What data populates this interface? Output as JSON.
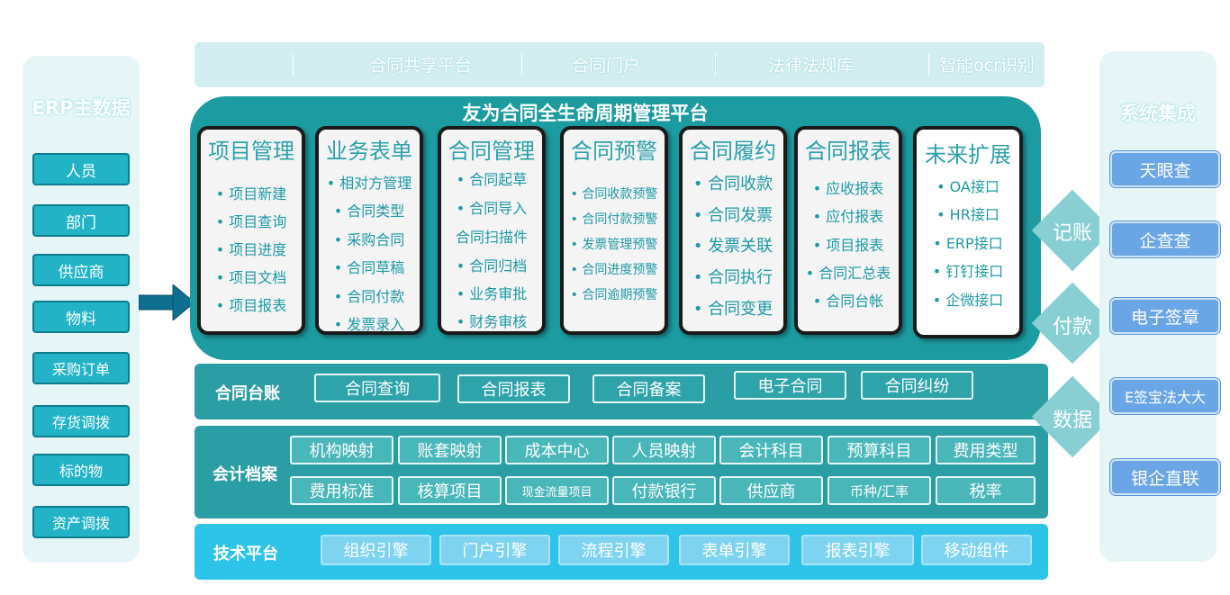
{
  "left_panel": {
    "title": "ERP主数据",
    "items": [
      "人员",
      "部门",
      "供应商",
      "物料",
      "采购订单",
      "存货调拨",
      "标的物",
      "资产调拨"
    ]
  },
  "right_panel": {
    "title": "系统集成",
    "items": [
      "天眼查",
      "企查查",
      "电子签章",
      "E签宝法大大",
      "银企直联"
    ]
  },
  "connectors": [
    "记账",
    "付款",
    "数据"
  ],
  "top_bar": {
    "items": [
      "合同共享平台",
      "合同门户",
      "法律法规库",
      "智能ocr识别"
    ]
  },
  "platform": {
    "title": "友为合同全生命周期管理平台",
    "modules": [
      {
        "title": "项目管理",
        "items": [
          "• 项目新建",
          "• 项目查询",
          "• 项目进度",
          "• 项目文档",
          "• 项目报表"
        ]
      },
      {
        "title": "业务表单",
        "items": [
          "• 相对方管理",
          "• 合同类型",
          "• 采购合同",
          "• 合同草稿",
          "• 合同付款",
          "• 发票录入"
        ]
      },
      {
        "title": "合同管理",
        "items": [
          "• 合同起草",
          "• 合同导入",
          "合同扫描件",
          "• 合同归档",
          "• 业务审批",
          "• 财务审核"
        ]
      },
      {
        "title": "合同预警",
        "items": [
          "• 合同收款预警",
          "• 合同付款预警",
          "• 发票管理预警",
          "• 合同进度预警",
          "• 合同逾期预警"
        ]
      },
      {
        "title": "合同履约",
        "items": [
          "• 合同收款",
          "• 合同发票",
          "• 发票关联",
          "• 合同执行",
          "• 合同变更"
        ]
      },
      {
        "title": "合同报表",
        "items": [
          "• 应收报表",
          "• 应付报表",
          "• 项目报表",
          "• 合同汇总表",
          "• 合同台帐"
        ]
      },
      {
        "title": "未来扩展",
        "items": [
          "• OA接口",
          "• HR接口",
          "• ERP接口",
          "• 钉钉接口",
          "• 企微接口"
        ]
      }
    ]
  },
  "ledger": {
    "title": "合同台账",
    "items": [
      "合同查询",
      "合同报表",
      "合同备案",
      "电子合同",
      "合同纠纷"
    ]
  },
  "accounting": {
    "title": "会计档案",
    "row1": [
      "机构映射",
      "账套映射",
      "成本中心",
      "人员映射",
      "会计科目",
      "预算科目",
      "费用类型"
    ],
    "row2": [
      "费用标准",
      "核算项目",
      "现金流量项目",
      "付款银行",
      "供应商",
      "币种/汇率",
      "税率"
    ]
  },
  "tech": {
    "title": "技术平台",
    "items": [
      "组织引擎",
      "门户引擎",
      "流程引擎",
      "表单引擎",
      "报表引擎",
      "移动组件"
    ]
  },
  "colors": {
    "platform": "#1c9ba1",
    "left_button": "#22b3c7",
    "right_button": "#6aa6e6",
    "diamond": "#87cfd3",
    "tech_band": "#2ec3e8"
  },
  "icons": {
    "arrow": "right-arrow-icon"
  }
}
